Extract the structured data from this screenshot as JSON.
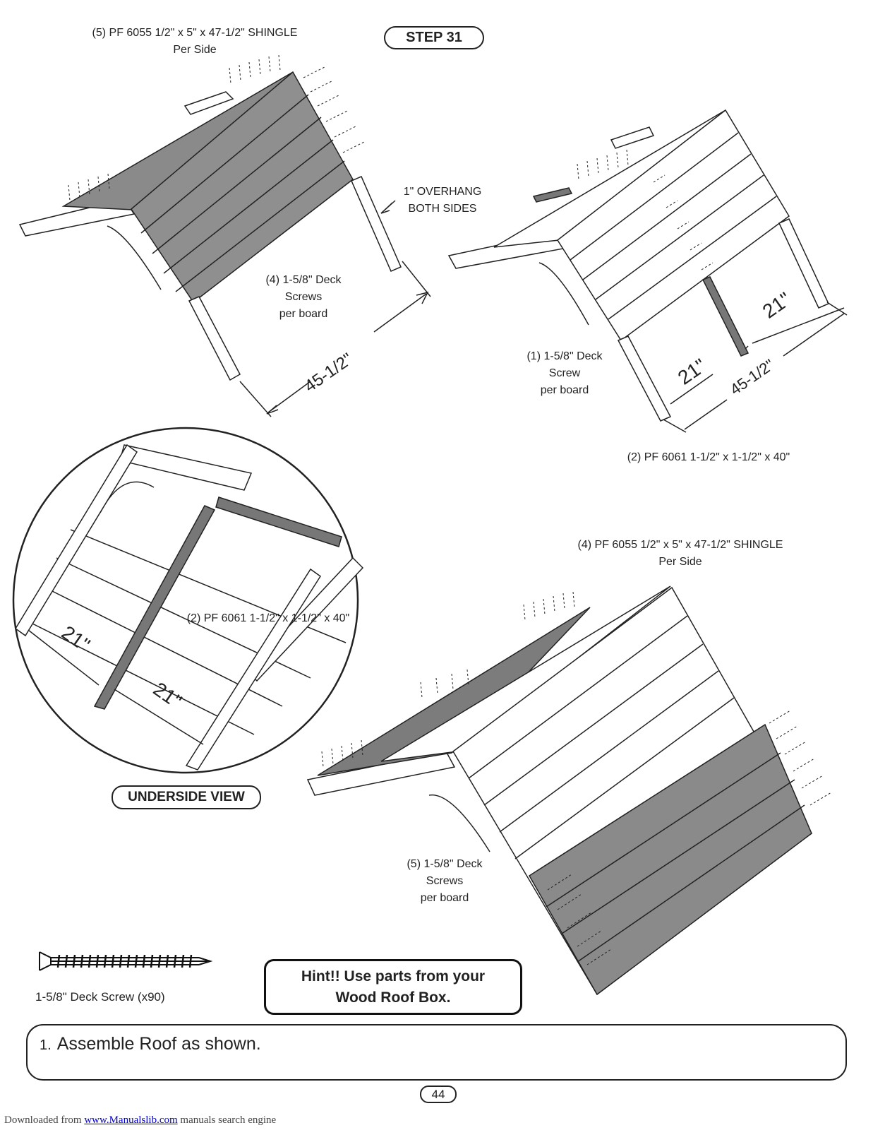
{
  "step_label": "STEP 31",
  "top_left": {
    "shingle_label": {
      "line1": "(5) PF 6055 1/2\" x 5\" x 47-1/2\"  SHINGLE",
      "line2": "Per Side"
    },
    "screws_label": {
      "line1": "(4) 1-5/8\" Deck",
      "line2": "Screws",
      "line3": "per board"
    },
    "dimension": "45-1/2\""
  },
  "top_right": {
    "overhang_label": {
      "line1": "1\" OVERHANG",
      "line2": "BOTH SIDES"
    },
    "screw_label": {
      "line1": "(1) 1-5/8\" Deck",
      "line2": "Screw",
      "line3": "per board"
    },
    "dim_a": "21\"",
    "dim_b": "21\"",
    "dim_total": "45-1/2\"",
    "brace_label": "(2) PF 6061 1-1/2\" x 1-1/2\" x 40\""
  },
  "underside": {
    "label": "UNDERSIDE VIEW",
    "brace_label": "(2) PF 6061 1-1/2\" x 1-1/2\" x 40\"",
    "dim_a": "21\"",
    "dim_b": "21\""
  },
  "bottom_right": {
    "shingle_label": {
      "line1": "(4) PF 6055 1/2\" x 5\" x 47-1/2\"  SHINGLE",
      "line2": "Per Side"
    },
    "screws_label": {
      "line1": "(5) 1-5/8\" Deck",
      "line2": "Screws",
      "line3": "per board"
    }
  },
  "screw_caption": "1-5/8\" Deck Screw (x90)",
  "hint": {
    "line1": "Hint!! Use parts from your",
    "line2": "Wood Roof Box."
  },
  "instruction": {
    "number": "1.",
    "text": "Assemble Roof as shown."
  },
  "page_number": "44",
  "footer": {
    "prefix": "Downloaded from ",
    "link": "www.Manualslib.com",
    "suffix": " manuals search engine"
  }
}
